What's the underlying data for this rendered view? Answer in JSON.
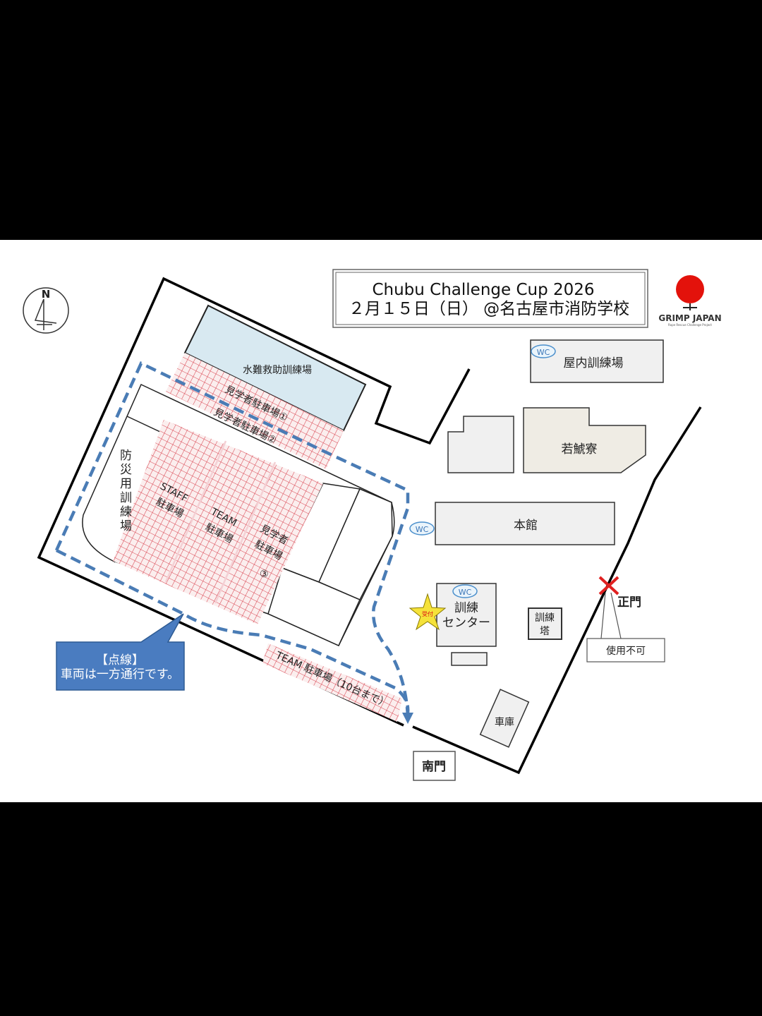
{
  "title": {
    "line1": "Chubu Challenge Cup 2026",
    "line2": "２月１５日（日） @名古屋市消防学校"
  },
  "logo": {
    "name": "GRIMP JAPAN",
    "tagline": "Rope Rescue Challenge Project",
    "color": "#e3120b"
  },
  "compass": {
    "label": "N"
  },
  "facilities": {
    "water_rescue": "水難救助訓練場",
    "visitor_parking_1": "見学者駐車場①",
    "visitor_parking_2": "見学者駐車場②",
    "disaster_training": "防災用訓練場",
    "staff_parking_1": "STAFF",
    "staff_parking_2": "駐車場",
    "team_parking_1": "TEAM",
    "team_parking_2": "駐車場",
    "visitor_parking_3a": "見学者",
    "visitor_parking_3b": "駐車場",
    "visitor_parking_3c": "③",
    "team_parking_south": "TEAM 駐車場（10台まで）",
    "indoor_training": "屋内訓練場",
    "dormitory": "若鯱寮",
    "main_building": "本館",
    "training_center_1": "訓練",
    "training_center_2": "センター",
    "training_tower_1": "訓練",
    "training_tower_2": "塔",
    "garage": "車庫",
    "south_gate": "南門",
    "main_gate": "正門",
    "unavailable": "使用不可",
    "reception": "受付",
    "wc": "WC"
  },
  "callout": {
    "line1": "【点線】",
    "line2": "車両は一方通行です。"
  },
  "colors": {
    "route": "#4a7cb5",
    "hatch": "#d9434f",
    "water": "#d8e9f1",
    "callout": "#4a7cc0",
    "star": "#f5e23a"
  }
}
